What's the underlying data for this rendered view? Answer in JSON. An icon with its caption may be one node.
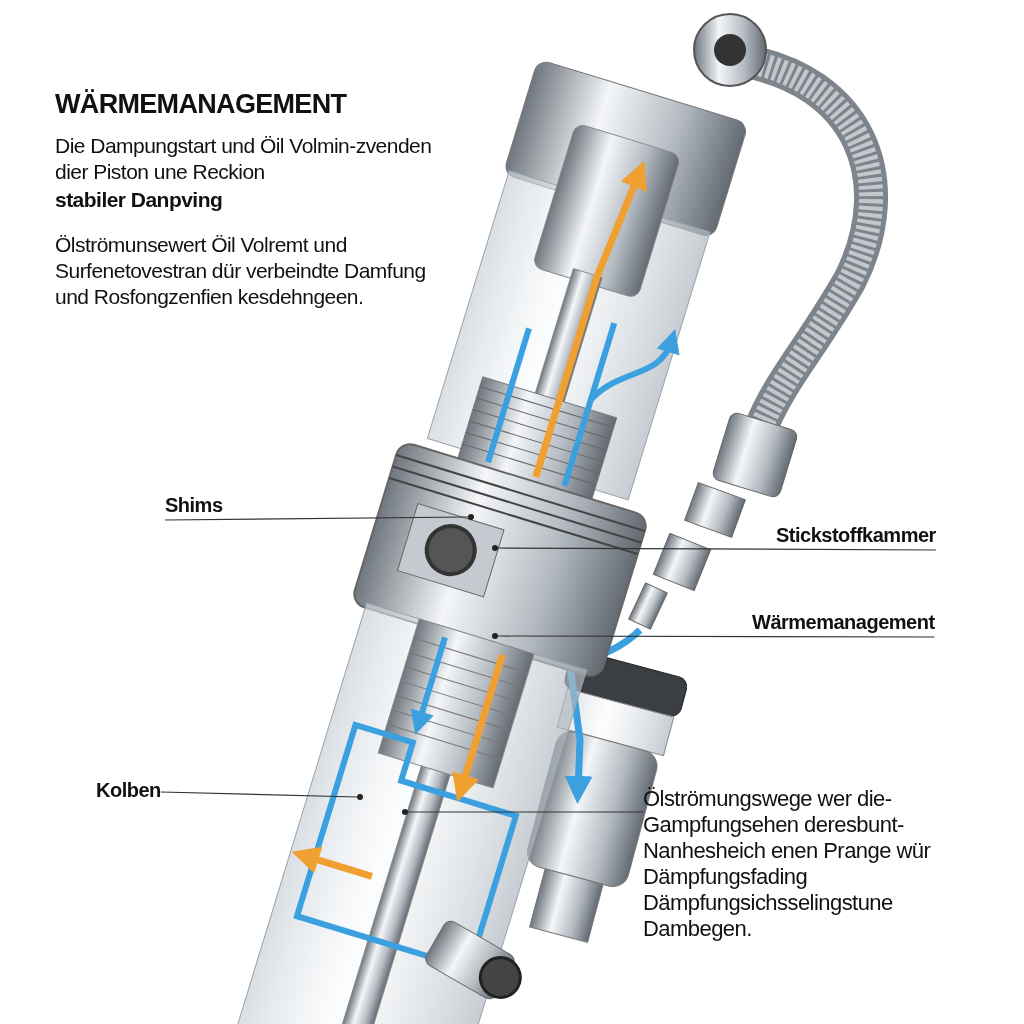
{
  "diagram": {
    "title": "WÄRMEMANAGEMENT",
    "nodes": [
      {
        "text": [
          "Shims"
        ]
      },
      {
        "text": [],
        "shape": "circle"
      },
      {
        "text": [
          "Stickstoffkammer"
        ]
      },
      {
        "text": [],
        "shape": "circle"
      },
      {
        "text": [
          "Wärmemanagement"
        ]
      },
      {
        "text": [],
        "shape": "circle"
      },
      {
        "text": [
          "Kolben"
        ]
      },
      {
        "text": [],
        "shape": "circle"
      },
      {
        "text": [
          "Ölströmungswege wer die-Gampfungsehen deresbunt-Nanhesheich enen Prange wür Dämpfungsfading Dämpfungsichsselingstune Dambegen."
        ]
      },
      {
        "text": [],
        "shape": "circle"
      }
    ],
    "edges": [
      {
        "from": 0,
        "to": 1,
        "arrow": "none"
      },
      {
        "from": 2,
        "to": 3,
        "arrow": "none"
      },
      {
        "from": 4,
        "to": 5,
        "arrow": "none"
      },
      {
        "from": 6,
        "to": 7,
        "arrow": "none"
      },
      {
        "from": 8,
        "to": 9,
        "arrow": "none"
      }
    ],
    "labels": [
      "Die Dampungstart und Öil Volmin-zvenden dier Piston une Reckion",
      "stabiler Danpving",
      "Ölströmunsewert Öil Volremt und Surfenetovestran dür verbeindte Damfung und Rosfongzenfien kesdehngeen."
    ]
  }
}
